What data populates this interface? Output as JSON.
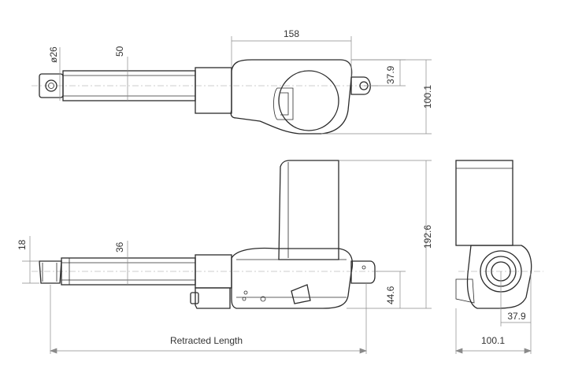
{
  "top_view": {
    "dim_overall_width": "158",
    "dim_rod_diameter": "ø26",
    "dim_tube_height": "50",
    "dim_clevis_offset": "37.9",
    "dim_motor_depth": "100.1"
  },
  "side_view": {
    "dim_rod_end": "18",
    "dim_tube_height": "36",
    "dim_overall_height": "192.6",
    "dim_pin_height": "44.6",
    "dim_retracted_length": "Retracted Length"
  },
  "end_view": {
    "dim_clevis_offset": "37.9",
    "dim_overall_width": "100.1"
  }
}
